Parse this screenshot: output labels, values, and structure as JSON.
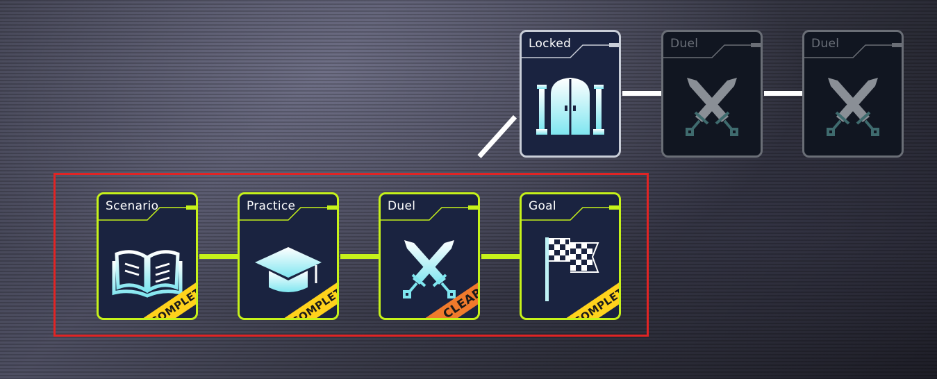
{
  "nodes": [
    {
      "id": "scenario",
      "title": "Scenario",
      "icon": "open-book-icon",
      "status": "COMPLETE!!"
    },
    {
      "id": "practice",
      "title": "Practice",
      "icon": "graduation-cap-icon",
      "status": "COMPLETE!!"
    },
    {
      "id": "duel-1",
      "title": "Duel",
      "icon": "crossed-swords-icon",
      "status": "CLEAR!"
    },
    {
      "id": "goal",
      "title": "Goal",
      "icon": "checkered-flag-icon",
      "status": "COMPLETE!!"
    },
    {
      "id": "locked",
      "title": "Locked",
      "icon": "gate-icon",
      "status": ""
    },
    {
      "id": "duel-2",
      "title": "Duel",
      "icon": "crossed-swords-icon",
      "status": ""
    },
    {
      "id": "duel-3",
      "title": "Duel",
      "icon": "crossed-swords-icon",
      "status": ""
    }
  ],
  "colors": {
    "active_border": "#c6f21a",
    "locked_border": "#c9ced8",
    "disabled_border": "#6a6e76",
    "card_bg": "#1a2340",
    "complete_ribbon": "#ffd21c",
    "clear_ribbon": "#f07a2c",
    "highlight": "#e02424"
  }
}
